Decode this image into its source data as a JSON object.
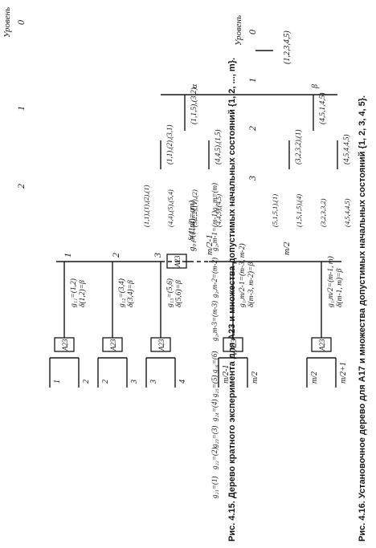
{
  "fig15": {
    "level_header": "Уровень",
    "level_labels": [
      "0",
      "1",
      "2"
    ],
    "root_label": "g₀₁=(1,2,...,m)",
    "root_delta": "δ(1,m)=α",
    "box_label": "A23",
    "branch_labels": [
      "1",
      "2",
      "3",
      "m/2-1",
      "m/2"
    ],
    "nodes": [
      {
        "g": "g₁₁=(1,2)",
        "d": "δ(1,2)=β"
      },
      {
        "g": "g₁₂=(3,4)",
        "d": "δ(3,4)=β"
      },
      {
        "g": "g₁₃=(5,6)",
        "d": "δ(5,6)=β"
      },
      {
        "g": "g₁,m/2-1=(m-3, m-2)",
        "d": "δ(m-3, m-2)=β"
      },
      {
        "g": "g₁,m/2=(m-1, m)",
        "d": "δ(m-1, m)=β"
      }
    ],
    "leaf_pairs": [
      [
        "1",
        "2"
      ],
      [
        "2",
        "3"
      ],
      [
        "3",
        "4"
      ],
      [
        "m/2-1",
        "m/2"
      ],
      [
        "m/2",
        "m/2+1"
      ]
    ],
    "bottom_labels": [
      "g₂₁=(1)",
      "g₂₂=(2)",
      "g₂₃=(3)",
      "g₂₄=(4)",
      "g₂₅=(5)",
      "g₂₆=(6)",
      "g₂,m-3=(m-3)",
      "g₂,m-2=(m-2)",
      "g₂,m-1=(m-1)",
      "g₂,m=(m)"
    ],
    "caption": "Рис. 4.15. Дерево кратного эксперимента для A23 и множества допустимых начальных состояний {1, 2, ..., m}."
  },
  "fig16": {
    "level_header": "Уровень",
    "level_labels": [
      "0",
      "1",
      "2",
      "3"
    ],
    "root_label": "(1,2,3,4,5)",
    "edge_alpha": "α",
    "edge_beta": "β",
    "level1": [
      "(1,1,5),(3,2)",
      "(4,5,1,4,5)"
    ],
    "level2": [
      "(1,1),(2),(3,1)",
      "(4,4,5),(1,5)",
      "(3,2,3,2),(1)",
      "(4,5,4,4,5)"
    ],
    "level3": [
      "(1,1),(1),(2),(1)",
      "(4,4),(5),(5,4)",
      "(3,2,2),(1),(2)",
      "(4,4,5),(4,5)",
      "(5,1,5,1),(1)",
      "(1,5,1,5),(4)",
      "(3,2,3,3,2)",
      "(4,5,4,4,5)"
    ],
    "caption": "Рис. 4.16. Установочное дерево для A17 и множества допустимых начальных состояний {1, 2, 3, 4, 5}."
  }
}
